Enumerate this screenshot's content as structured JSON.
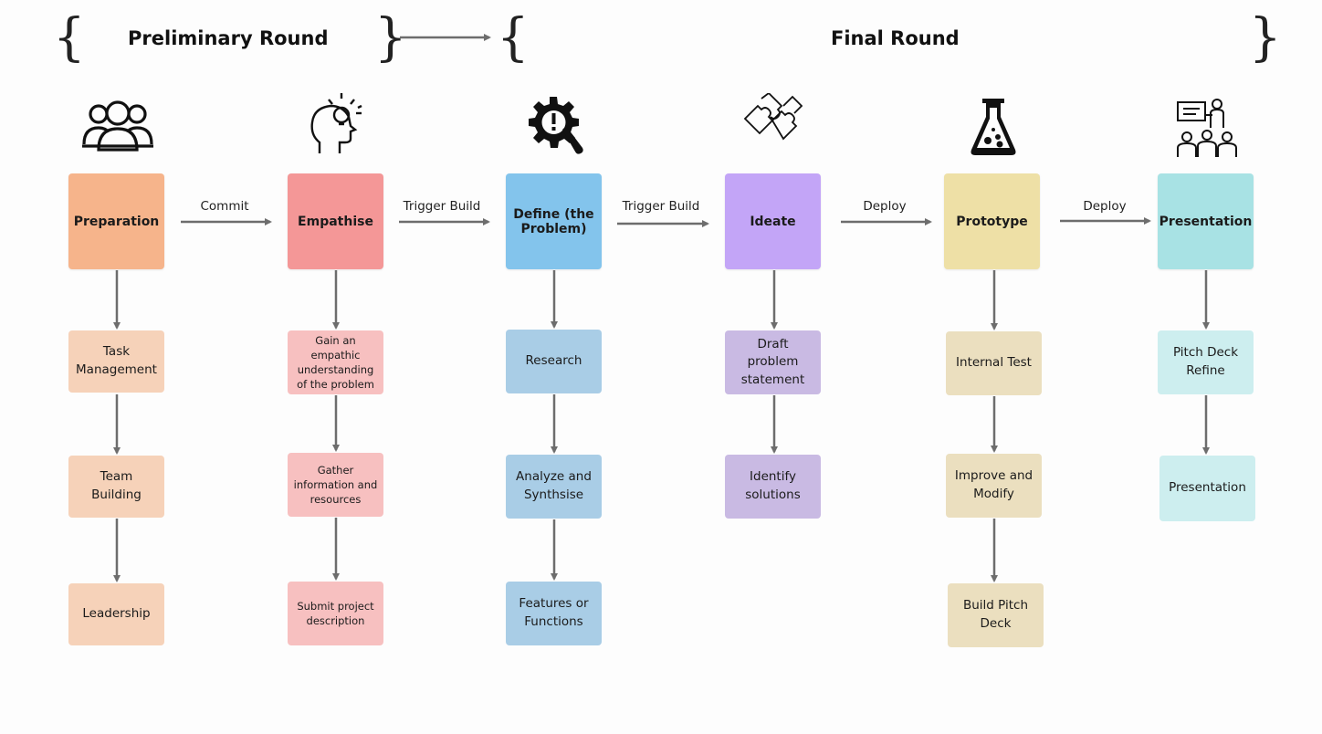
{
  "header": {
    "preliminary_title": "Preliminary Round",
    "final_title": "Final Round"
  },
  "stages": [
    {
      "id": "preparation",
      "label": "Preparation",
      "color": "#f6b48b",
      "icon": "people-group-icon",
      "steps": [
        "Task Management",
        "Team Building",
        "Leadership"
      ],
      "step_color": "#f6d2b9"
    },
    {
      "id": "empathise",
      "label": "Empathise",
      "color": "#f49797",
      "icon": "head-lightbulb-icon",
      "steps": [
        "Gain an empathic understanding of the problem",
        "Gather information and resources",
        "Submit project description"
      ],
      "step_color": "#f7c0c0"
    },
    {
      "id": "define",
      "label": "Define (the Problem)",
      "color": "#83c4ec",
      "icon": "gear-wrench-icon",
      "steps": [
        "Research",
        "Analyze and Synthsise",
        "Features or Functions"
      ],
      "step_color": "#a9cde6"
    },
    {
      "id": "ideate",
      "label": "Ideate",
      "color": "#c3a5f7",
      "icon": "puzzle-icon",
      "steps": [
        "Draft problem statement",
        "Identify solutions"
      ],
      "step_color": "#c9bae3"
    },
    {
      "id": "prototype",
      "label": "Prototype",
      "color": "#eee0a6",
      "icon": "flask-icon",
      "steps": [
        "Internal Test",
        "Improve and Modify",
        "Build Pitch Deck"
      ],
      "step_color": "#ebdfbf"
    },
    {
      "id": "presentation",
      "label": "Presentation",
      "color": "#a8e2e4",
      "icon": "presenter-audience-icon",
      "steps": [
        "Pitch Deck Refine",
        "Presentation"
      ],
      "step_color": "#cdeeef"
    }
  ],
  "connectors": [
    "Commit",
    "Trigger Build",
    "Trigger Build",
    "Deploy",
    "Deploy"
  ]
}
